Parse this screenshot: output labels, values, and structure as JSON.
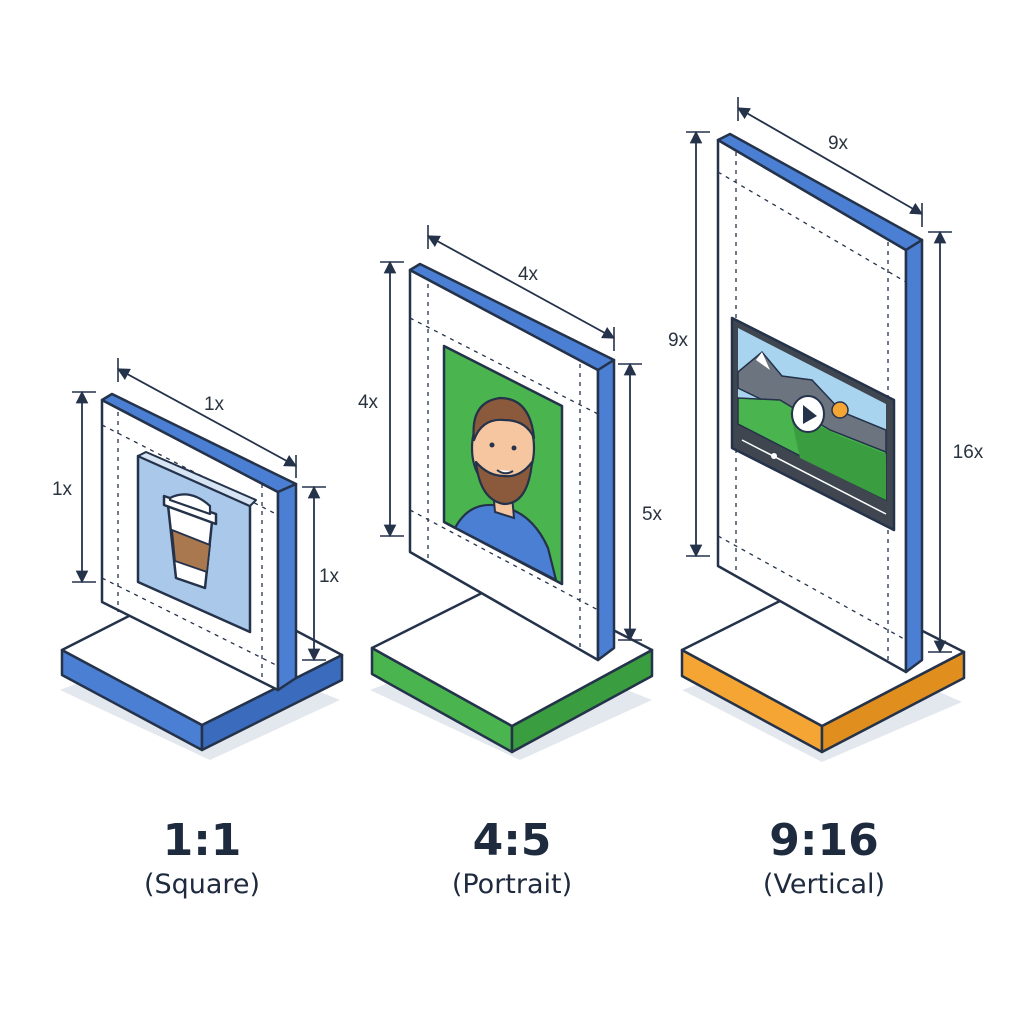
{
  "colors": {
    "outline": "#24324a",
    "blue": "#4a7fd4",
    "green": "#4ab54e",
    "orange": "#f5a533",
    "shadow": "#e3e7ee",
    "panel": "#ffffff"
  },
  "formats": [
    {
      "ratio": "1:1",
      "name": "(Square)",
      "accent": "#4a7fd4",
      "width_label": "1x",
      "height_label": "1x",
      "inner_height_label": "1x",
      "content_icon": "coffee-cup-icon"
    },
    {
      "ratio": "4:5",
      "name": "(Portrait)",
      "accent": "#4ab54e",
      "width_label": "4x",
      "height_label": "4x",
      "inner_height_label": "5x",
      "content_icon": "person-portrait-icon"
    },
    {
      "ratio": "9:16",
      "name": "(Vertical)",
      "accent": "#f5a533",
      "width_label": "9x",
      "height_label": "9x",
      "inner_height_label": "16x",
      "content_icon": "video-player-icon"
    }
  ]
}
